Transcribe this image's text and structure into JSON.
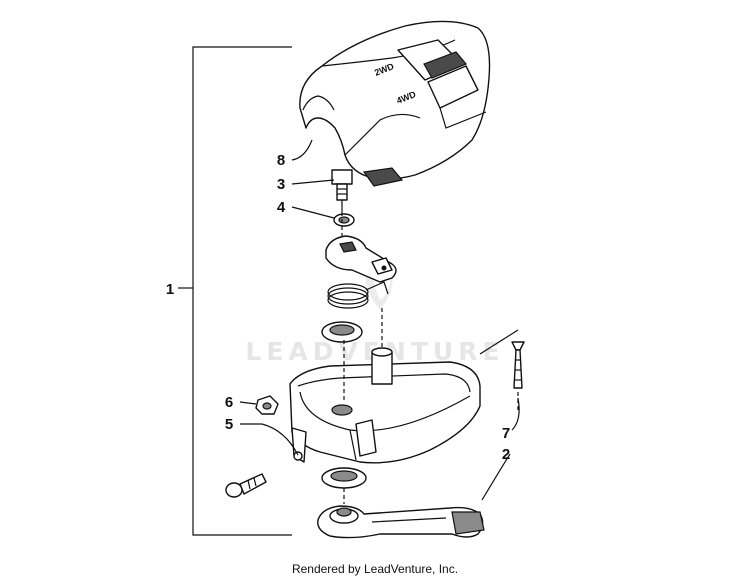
{
  "diagram": {
    "watermark": "LEADVENTURE",
    "decal_labels": {
      "two_wd": "2WD",
      "four_wd": "4WD"
    },
    "callouts": {
      "c1": "1",
      "c2": "2",
      "c3": "3",
      "c4": "4",
      "c5": "5",
      "c6": "6",
      "c7": "7",
      "c8": "8"
    }
  },
  "footer": {
    "text": "Rendered by LeadVenture, Inc."
  }
}
